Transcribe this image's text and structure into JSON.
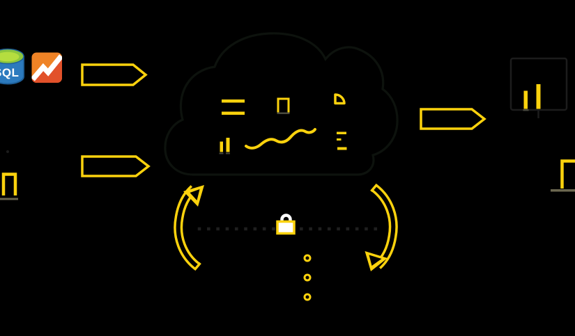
{
  "scene": {
    "description": "Black-background illustration of a secure cloud data pipeline: data-source icons flow through arrows into a cloud filled with chart glyphs, then out to dashboard devices; a padlock sits on a dotted sync line between two circular refresh arrows",
    "colors": {
      "background": "#000000",
      "accent": "#fcd20d",
      "cloudStroke": "#0d120d",
      "dotted": "#1f1f1f",
      "white": "#ffffff",
      "olive": "#6b6750",
      "grayBase": "#4a4a3e",
      "darkDetail": "#1c1c1c",
      "sqlBody": "#2c7abe",
      "sqlEdge": "#1e5f98",
      "sqlTopOuter": "#8cc63e",
      "sqlTopInner": "#b5dd3f",
      "gaLight": "#ef8326",
      "gaDark": "#e2512a"
    }
  },
  "sources": {
    "sql_icon": {
      "label": "SQL"
    },
    "analytics_icon": {
      "name": "analytics-zigzag-icon"
    }
  },
  "cloud": {
    "icons": [
      "equals-lines-icon",
      "document-icon",
      "pie-quarter-icon",
      "mini-bar-chart-icon",
      "trend-squiggle-icon",
      "list-lines-icon"
    ]
  },
  "flow": {
    "arrows_in": 2,
    "arrows_out": 1,
    "sync_arrows": [
      "counterclockwise-up-arrow",
      "clockwise-down-arrow"
    ],
    "lock": "padlock-icon",
    "ellipsis_dots": 3
  },
  "devices": {
    "dashboard_bars": 2,
    "right_edge_device": "partial-screen",
    "left_edge_device": "partial-screen"
  }
}
